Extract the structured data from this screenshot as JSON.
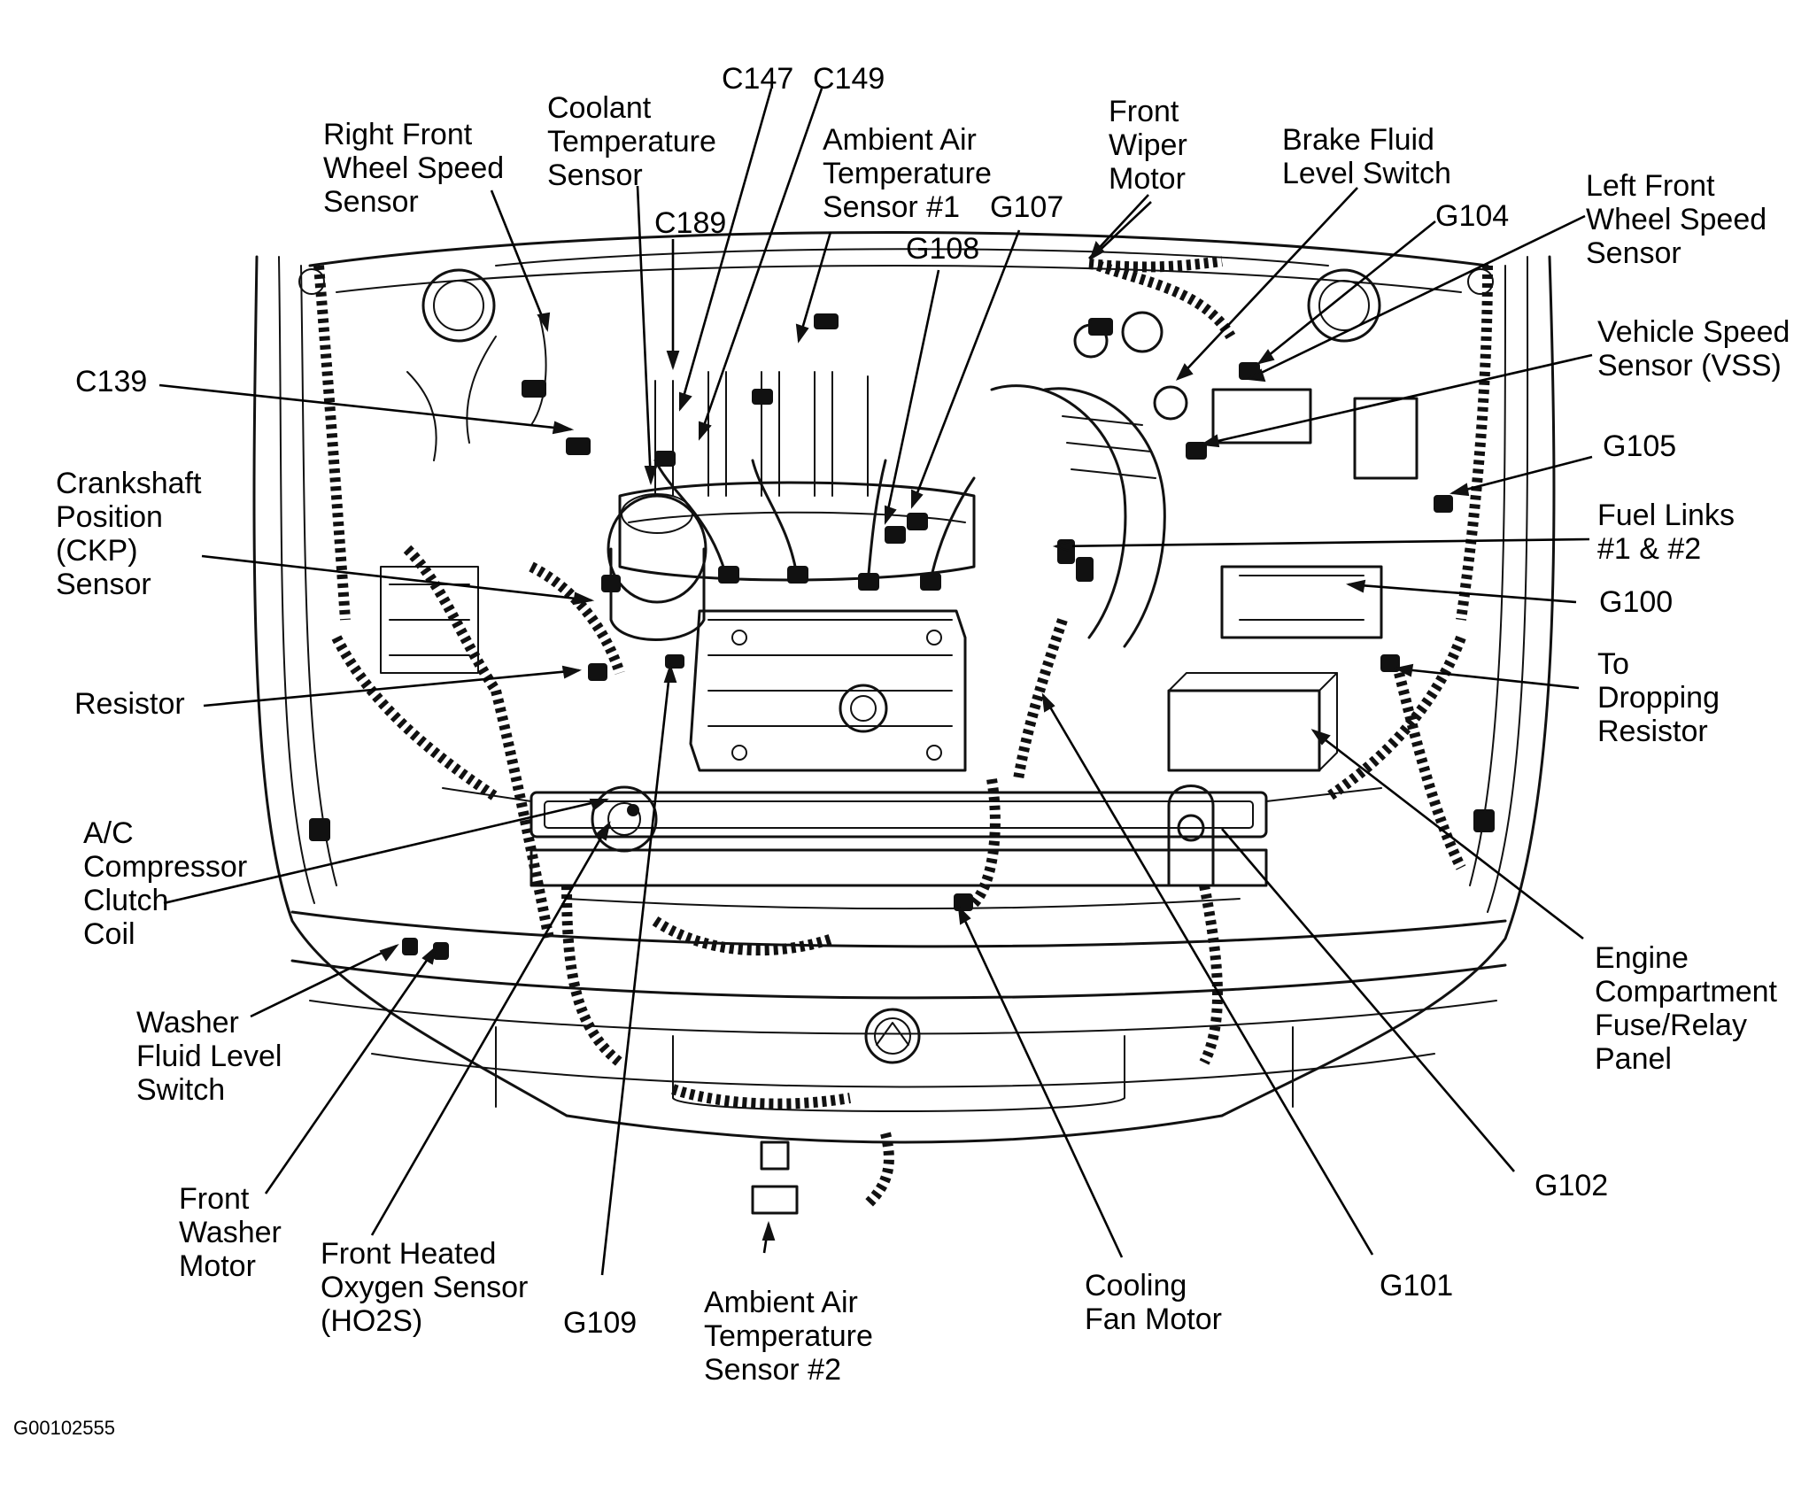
{
  "diagram_code": "G00102555",
  "labels": {
    "right_front_wheel_speed_sensor": [
      "Right Front",
      "Wheel Speed",
      "Sensor"
    ],
    "coolant_temperature_sensor": [
      "Coolant",
      "Temperature",
      "Sensor"
    ],
    "c147": [
      "C147"
    ],
    "c149": [
      "C149"
    ],
    "ambient_air_temp_sensor_1": [
      "Ambient Air",
      "Temperature",
      "Sensor #1"
    ],
    "front_wiper_motor": [
      "Front",
      "Wiper",
      "Motor"
    ],
    "brake_fluid_level_switch": [
      "Brake Fluid",
      "Level Switch"
    ],
    "left_front_wheel_speed_sensor": [
      "Left Front",
      "Wheel Speed",
      "Sensor"
    ],
    "c189": [
      "C189"
    ],
    "g107": [
      "G107"
    ],
    "g108": [
      "G108"
    ],
    "g104": [
      "G104"
    ],
    "vehicle_speed_sensor": [
      "Vehicle Speed",
      "Sensor (VSS)"
    ],
    "c139": [
      "C139"
    ],
    "g105": [
      "G105"
    ],
    "crankshaft_position_sensor": [
      "Crankshaft",
      "Position",
      "(CKP)",
      "Sensor"
    ],
    "fuel_links": [
      "Fuel Links",
      "#1 & #2"
    ],
    "g100": [
      "G100"
    ],
    "resistor": [
      "Resistor"
    ],
    "to_dropping_resistor": [
      "To",
      "Dropping",
      "Resistor"
    ],
    "ac_compressor_clutch_coil": [
      "A/C",
      "Compressor",
      "Clutch",
      "Coil"
    ],
    "engine_compartment_fuse_relay_panel": [
      "Engine",
      "Compartment",
      "Fuse/Relay",
      "Panel"
    ],
    "washer_fluid_level_switch": [
      "Washer",
      "Fluid Level",
      "Switch"
    ],
    "g102": [
      "G102"
    ],
    "front_washer_motor": [
      "Front",
      "Washer",
      "Motor"
    ],
    "front_heated_oxygen_sensor": [
      "Front Heated",
      "Oxygen Sensor",
      "(HO2S)"
    ],
    "g109": [
      "G109"
    ],
    "ambient_air_temp_sensor_2": [
      "Ambient Air",
      "Temperature",
      "Sensor #2"
    ],
    "cooling_fan_motor": [
      "Cooling",
      "Fan Motor"
    ],
    "g101": [
      "G101"
    ]
  }
}
